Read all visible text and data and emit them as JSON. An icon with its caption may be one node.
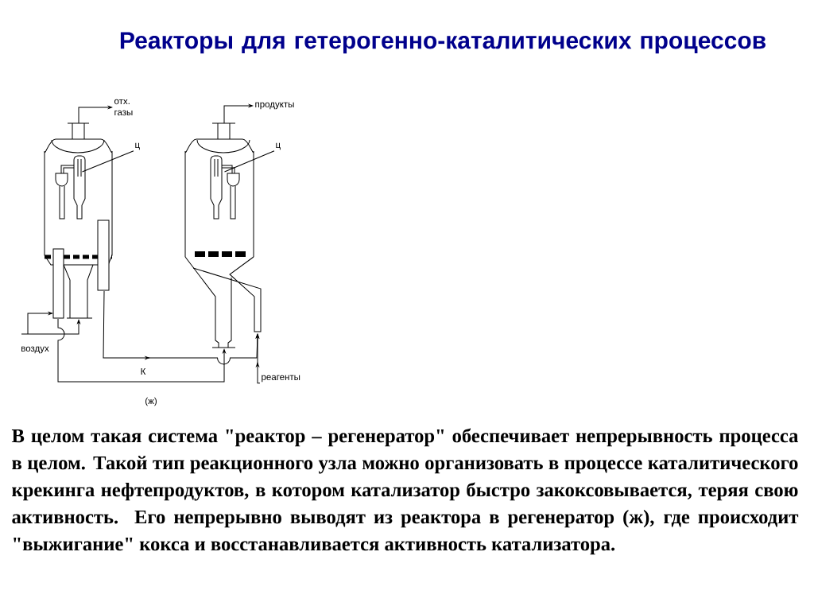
{
  "diagram": {
    "title": "Реакторы для гетерогенно-каталитических процессов",
    "caption": "В целом такая система \"реактор – регенератор\" обеспечивает непрерывность процесса в целом. Такой тип реакционного узла можно организовать в процессе каталитического крекинга нефтепродуктов, в котором катализатор быстро закоксовывается, теряя свою активность. Его непрерывно выводят из реактора в регенератор (ж), где происходит \"выжигание\" кокса и восстанавливается активность катализатора.",
    "nodes": [
      {
        "text": [],
        "shape": "cylinder"
      },
      {
        "text": [],
        "shape": "cylinder"
      },
      {
        "text": [
          "отх. газы"
        ]
      },
      {
        "text": [
          "продукты"
        ]
      },
      {
        "text": [
          "ц"
        ]
      },
      {
        "text": [
          "ц"
        ]
      },
      {
        "text": [
          "реагенты"
        ]
      }
    ],
    "edges": [
      {
        "from": 0,
        "to": 2,
        "arrow": "to"
      },
      {
        "from": 1,
        "to": 3,
        "arrow": "to"
      },
      {
        "from": 4,
        "to": 0,
        "arrow": "none"
      },
      {
        "from": 5,
        "to": 1,
        "arrow": "none"
      },
      {
        "from": null,
        "to": 0,
        "arrow": "to",
        "label": "воздух"
      },
      {
        "from": null,
        "to": 0,
        "arrow": "to"
      },
      {
        "from": 0,
        "to": 1,
        "arrow": "to",
        "label": "К"
      },
      {
        "from": 0,
        "to": 1,
        "arrow": "to"
      },
      {
        "from": 6,
        "to": 1,
        "arrow": "to"
      }
    ],
    "labels": [
      "(ж)"
    ]
  }
}
